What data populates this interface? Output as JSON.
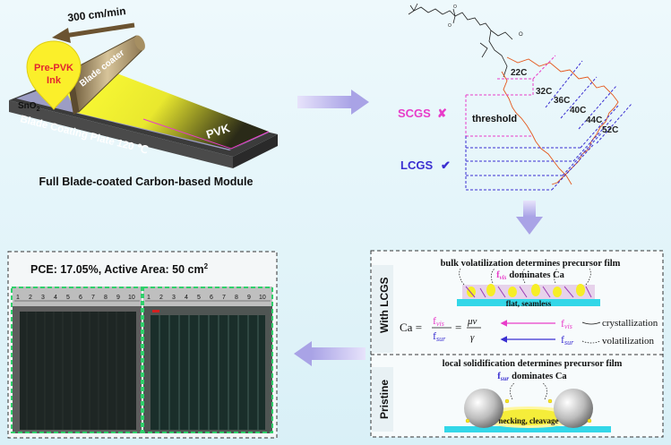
{
  "top_left": {
    "speed": "300 cm/min",
    "ink_line1": "Pre-PVK",
    "ink_line2": "Ink",
    "coater": "Blade coater",
    "sno2": "SnO",
    "sno2_sub": "2",
    "pvk": "PVK",
    "plate": "Blade Coating Plate 120 ℃",
    "caption": "Full Blade-coated Carbon-based Module"
  },
  "molecule": {
    "labels": [
      "22C",
      "32C",
      "36C",
      "40C",
      "44C",
      "52C"
    ],
    "threshold": "threshold",
    "scgs": "SCGS",
    "scgs_mark": "✘",
    "lcgs": "LCGS",
    "lcgs_mark": "✔"
  },
  "photo": {
    "title": "PCE: 17.05%, Active Area: 50 cm",
    "title_sup": "2",
    "ruler_left": [
      "1",
      "2",
      "3",
      "4",
      "5",
      "6",
      "7",
      "8",
      "9",
      "10"
    ],
    "ruler_right": [
      "1",
      "2",
      "3",
      "4",
      "5",
      "6",
      "7",
      "8",
      "9",
      "10"
    ]
  },
  "mechanism": {
    "with_lcgs": "With LCGS",
    "pristine": "Pristine",
    "top_title": "bulk volatilization determines precursor film",
    "top_f": "f",
    "top_f_sub": "vis",
    "top_dominates": "dominates Ca",
    "flat": "flat, seamless",
    "eq_ca": "Ca =",
    "eq_num": "f",
    "eq_num_sub": "vis",
    "eq_den": "f",
    "eq_den_sub": "sur",
    "eq_eq": "=",
    "eq_mu": "μν",
    "eq_gamma": "γ",
    "row1_f": "f",
    "row1_sub": "vis",
    "row1_text": "crystallization",
    "row2_f": "f",
    "row2_sub": "sur",
    "row2_text": "volatilization",
    "bottom_title": "local solidification determines precursor film",
    "bottom_f": "f",
    "bottom_f_sub": "sur",
    "bottom_dominates": "dominates Ca",
    "necking": "necking, cleavage"
  },
  "colors": {
    "magenta": "#e83cc9",
    "blue": "#3a2fd1",
    "arrow": "#b9b4ea",
    "yellow": "#f2f222",
    "green": "#2fd06b"
  }
}
